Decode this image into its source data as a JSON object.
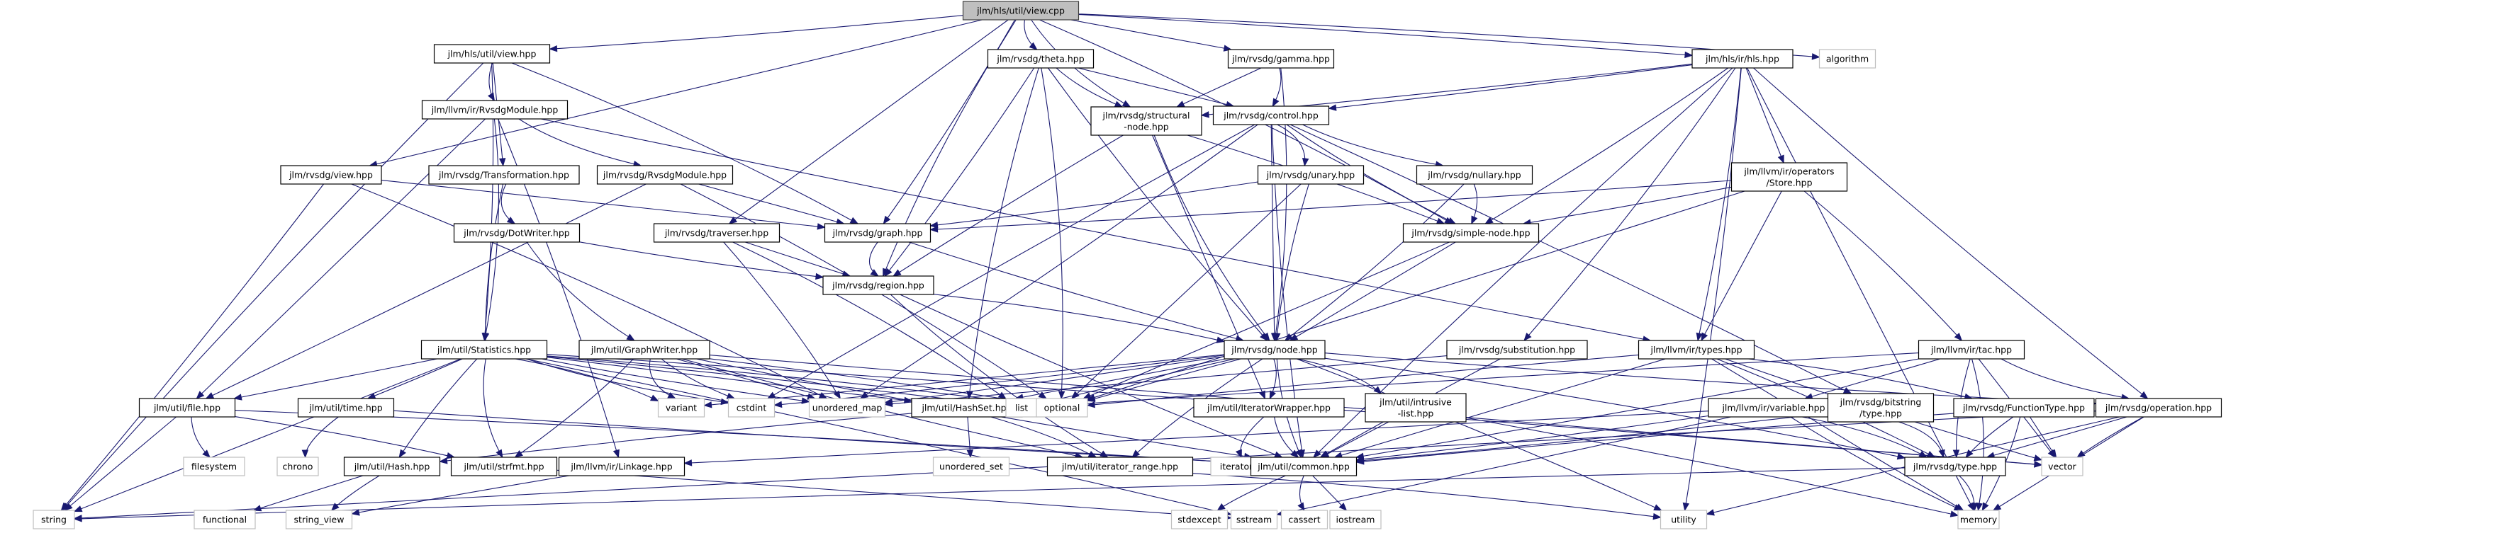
{
  "graph": {
    "title": "Include dependency graph for jlm/hls/util/view.cpp",
    "colors": {
      "edge": "#191970",
      "root_fill": "#bfbfbf",
      "node_border": "#000000",
      "external_border": "#bfbfbf"
    },
    "nodes": [
      {
        "id": "view_cpp",
        "label": "jlm/hls/util/view.cpp",
        "kind": "root"
      },
      {
        "id": "hls_view_hpp",
        "label": "jlm/hls/util/view.hpp",
        "kind": "file"
      },
      {
        "id": "theta",
        "label": "jlm/rvsdg/theta.hpp",
        "kind": "file"
      },
      {
        "id": "gamma",
        "label": "jlm/rvsdg/gamma.hpp",
        "kind": "file"
      },
      {
        "id": "hls_hpp",
        "label": "jlm/hls/ir/hls.hpp",
        "kind": "file"
      },
      {
        "id": "algorithm",
        "label": "algorithm",
        "kind": "ext"
      },
      {
        "id": "llvm_rvsdgmodule",
        "label": "jlm/llvm/ir/RvsdgModule.hpp",
        "kind": "file"
      },
      {
        "id": "structural",
        "label": "jlm/rvsdg/structural\n-node.hpp",
        "kind": "file"
      },
      {
        "id": "control",
        "label": "jlm/rvsdg/control.hpp",
        "kind": "file"
      },
      {
        "id": "rvsdg_view",
        "label": "jlm/rvsdg/view.hpp",
        "kind": "file"
      },
      {
        "id": "transformation",
        "label": "jlm/rvsdg/Transformation.hpp",
        "kind": "file"
      },
      {
        "id": "rvsdg_rvsdgmodule",
        "label": "jlm/rvsdg/RvsdgModule.hpp",
        "kind": "file"
      },
      {
        "id": "unary",
        "label": "jlm/rvsdg/unary.hpp",
        "kind": "file"
      },
      {
        "id": "nullary",
        "label": "jlm/rvsdg/nullary.hpp",
        "kind": "file"
      },
      {
        "id": "store",
        "label": "jlm/llvm/ir/operators\n/Store.hpp",
        "kind": "file"
      },
      {
        "id": "dotwriter",
        "label": "jlm/rvsdg/DotWriter.hpp",
        "kind": "file"
      },
      {
        "id": "traverser",
        "label": "jlm/rvsdg/traverser.hpp",
        "kind": "file"
      },
      {
        "id": "graph_hpp",
        "label": "jlm/rvsdg/graph.hpp",
        "kind": "file"
      },
      {
        "id": "simple_node",
        "label": "jlm/rvsdg/simple-node.hpp",
        "kind": "file"
      },
      {
        "id": "region",
        "label": "jlm/rvsdg/region.hpp",
        "kind": "file"
      },
      {
        "id": "statistics",
        "label": "jlm/util/Statistics.hpp",
        "kind": "file"
      },
      {
        "id": "graphwriter",
        "label": "jlm/util/GraphWriter.hpp",
        "kind": "file"
      },
      {
        "id": "node_hpp",
        "label": "jlm/rvsdg/node.hpp",
        "kind": "file"
      },
      {
        "id": "substitution",
        "label": "jlm/rvsdg/substitution.hpp",
        "kind": "file"
      },
      {
        "id": "types",
        "label": "jlm/llvm/ir/types.hpp",
        "kind": "file"
      },
      {
        "id": "tac",
        "label": "jlm/llvm/ir/tac.hpp",
        "kind": "file"
      },
      {
        "id": "file_hpp",
        "label": "jlm/util/file.hpp",
        "kind": "file"
      },
      {
        "id": "time_hpp",
        "label": "jlm/util/time.hpp",
        "kind": "file"
      },
      {
        "id": "variant",
        "label": "variant",
        "kind": "ext"
      },
      {
        "id": "cstdint",
        "label": "cstdint",
        "kind": "ext"
      },
      {
        "id": "unordered_map",
        "label": "unordered_map",
        "kind": "ext"
      },
      {
        "id": "hashset",
        "label": "jlm/util/HashSet.hpp",
        "kind": "file"
      },
      {
        "id": "list",
        "label": "list",
        "kind": "ext"
      },
      {
        "id": "optional",
        "label": "optional",
        "kind": "ext"
      },
      {
        "id": "iteratorwrapper",
        "label": "jlm/util/IteratorWrapper.hpp",
        "kind": "file"
      },
      {
        "id": "intrusive",
        "label": "jlm/util/intrusive\n-list.hpp",
        "kind": "file"
      },
      {
        "id": "variable",
        "label": "jlm/llvm/ir/variable.hpp",
        "kind": "file"
      },
      {
        "id": "bitstring",
        "label": "jlm/rvsdg/bitstring\n/type.hpp",
        "kind": "file"
      },
      {
        "id": "functiontype",
        "label": "jlm/rvsdg/FunctionType.hpp",
        "kind": "file"
      },
      {
        "id": "operation",
        "label": "jlm/rvsdg/operation.hpp",
        "kind": "file"
      },
      {
        "id": "filesystem",
        "label": "filesystem",
        "kind": "ext"
      },
      {
        "id": "chrono",
        "label": "chrono",
        "kind": "ext"
      },
      {
        "id": "hash_hpp",
        "label": "jlm/util/Hash.hpp",
        "kind": "file"
      },
      {
        "id": "strfmt",
        "label": "jlm/util/strfmt.hpp",
        "kind": "file"
      },
      {
        "id": "linkage",
        "label": "jlm/llvm/ir/Linkage.hpp",
        "kind": "file"
      },
      {
        "id": "unordered_set",
        "label": "unordered_set",
        "kind": "ext"
      },
      {
        "id": "iterator_range",
        "label": "jlm/util/iterator_range.hpp",
        "kind": "file"
      },
      {
        "id": "iterator",
        "label": "iterator",
        "kind": "ext"
      },
      {
        "id": "common",
        "label": "jlm/util/common.hpp",
        "kind": "file"
      },
      {
        "id": "rvsdg_type",
        "label": "jlm/rvsdg/type.hpp",
        "kind": "file"
      },
      {
        "id": "vector",
        "label": "vector",
        "kind": "ext"
      },
      {
        "id": "string",
        "label": "string",
        "kind": "ext"
      },
      {
        "id": "functional",
        "label": "functional",
        "kind": "ext"
      },
      {
        "id": "string_view",
        "label": "string_view",
        "kind": "ext"
      },
      {
        "id": "stdexcept",
        "label": "stdexcept",
        "kind": "ext"
      },
      {
        "id": "sstream",
        "label": "sstream",
        "kind": "ext"
      },
      {
        "id": "cassert",
        "label": "cassert",
        "kind": "ext"
      },
      {
        "id": "iostream",
        "label": "iostream",
        "kind": "ext"
      },
      {
        "id": "utility",
        "label": "utility",
        "kind": "ext"
      },
      {
        "id": "memory",
        "label": "memory",
        "kind": "ext"
      }
    ],
    "edges": [
      [
        "view_cpp",
        "hls_view_hpp"
      ],
      [
        "view_cpp",
        "theta"
      ],
      [
        "view_cpp",
        "gamma"
      ],
      [
        "view_cpp",
        "hls_hpp"
      ],
      [
        "view_cpp",
        "algorithm"
      ],
      [
        "view_cpp",
        "structural"
      ],
      [
        "view_cpp",
        "rvsdg_view"
      ],
      [
        "view_cpp",
        "traverser"
      ],
      [
        "view_cpp",
        "graph_hpp"
      ],
      [
        "view_cpp",
        "simple_node"
      ],
      [
        "view_cpp",
        "region"
      ],
      [
        "hls_view_hpp",
        "llvm_rvsdgmodule"
      ],
      [
        "hls_view_hpp",
        "transformation"
      ],
      [
        "hls_view_hpp",
        "statistics"
      ],
      [
        "hls_view_hpp",
        "graph_hpp"
      ],
      [
        "hls_view_hpp",
        "string"
      ],
      [
        "theta",
        "structural"
      ],
      [
        "theta",
        "control"
      ],
      [
        "theta",
        "region"
      ],
      [
        "theta",
        "optional"
      ],
      [
        "theta",
        "hashset"
      ],
      [
        "theta",
        "node_hpp"
      ],
      [
        "gamma",
        "structural"
      ],
      [
        "gamma",
        "control"
      ],
      [
        "gamma",
        "node_hpp"
      ],
      [
        "hls_hpp",
        "structural"
      ],
      [
        "hls_hpp",
        "control"
      ],
      [
        "hls_hpp",
        "store"
      ],
      [
        "hls_hpp",
        "types"
      ],
      [
        "hls_hpp",
        "substitution"
      ],
      [
        "hls_hpp",
        "common"
      ],
      [
        "hls_hpp",
        "operation"
      ],
      [
        "hls_hpp",
        "memory"
      ],
      [
        "hls_hpp",
        "utility"
      ],
      [
        "hls_hpp",
        "simple_node"
      ],
      [
        "llvm_rvsdgmodule",
        "rvsdg_rvsdgmodule"
      ],
      [
        "llvm_rvsdgmodule",
        "types"
      ],
      [
        "llvm_rvsdgmodule",
        "file_hpp"
      ],
      [
        "llvm_rvsdgmodule",
        "linkage"
      ],
      [
        "llvm_rvsdgmodule",
        "statistics"
      ],
      [
        "structural",
        "node_hpp"
      ],
      [
        "structural",
        "region"
      ],
      [
        "structural",
        "iteratorwrapper"
      ],
      [
        "structural",
        "simple_node"
      ],
      [
        "control",
        "unary"
      ],
      [
        "control",
        "nullary"
      ],
      [
        "control",
        "simple_node"
      ],
      [
        "control",
        "node_hpp"
      ],
      [
        "control",
        "bitstring"
      ],
      [
        "control",
        "unordered_map"
      ],
      [
        "control",
        "cstdint"
      ],
      [
        "control",
        "common"
      ],
      [
        "rvsdg_view",
        "graph_hpp"
      ],
      [
        "rvsdg_view",
        "string"
      ],
      [
        "rvsdg_view",
        "unordered_map"
      ],
      [
        "transformation",
        "dotwriter"
      ],
      [
        "transformation",
        "statistics"
      ],
      [
        "rvsdg_rvsdgmodule",
        "graph_hpp"
      ],
      [
        "rvsdg_rvsdgmodule",
        "file_hpp"
      ],
      [
        "rvsdg_rvsdgmodule",
        "optional"
      ],
      [
        "unary",
        "graph_hpp"
      ],
      [
        "unary",
        "node_hpp"
      ],
      [
        "unary",
        "optional"
      ],
      [
        "nullary",
        "simple_node"
      ],
      [
        "nullary",
        "node_hpp"
      ],
      [
        "store",
        "graph_hpp"
      ],
      [
        "store",
        "simple_node"
      ],
      [
        "store",
        "types"
      ],
      [
        "store",
        "tac"
      ],
      [
        "store",
        "optional"
      ],
      [
        "dotwriter",
        "graphwriter"
      ],
      [
        "dotwriter",
        "region"
      ],
      [
        "traverser",
        "region"
      ],
      [
        "traverser",
        "unordered_map"
      ],
      [
        "traverser",
        "list"
      ],
      [
        "graph_hpp",
        "region"
      ],
      [
        "graph_hpp",
        "node_hpp"
      ],
      [
        "simple_node",
        "node_hpp"
      ],
      [
        "simple_node",
        "optional"
      ],
      [
        "region",
        "node_hpp"
      ],
      [
        "region",
        "iterator_range"
      ],
      [
        "region",
        "common"
      ],
      [
        "statistics",
        "file_hpp"
      ],
      [
        "statistics",
        "time_hpp"
      ],
      [
        "statistics",
        "variant"
      ],
      [
        "statistics",
        "cstdint"
      ],
      [
        "statistics",
        "unordered_map"
      ],
      [
        "statistics",
        "hashset"
      ],
      [
        "statistics",
        "list"
      ],
      [
        "statistics",
        "optional"
      ],
      [
        "statistics",
        "strfmt"
      ],
      [
        "statistics",
        "hash_hpp"
      ],
      [
        "statistics",
        "string"
      ],
      [
        "statistics",
        "sstream"
      ],
      [
        "statistics",
        "vector"
      ],
      [
        "graphwriter",
        "variant"
      ],
      [
        "graphwriter",
        "cstdint"
      ],
      [
        "graphwriter",
        "unordered_map"
      ],
      [
        "graphwriter",
        "optional"
      ],
      [
        "graphwriter",
        "strfmt"
      ],
      [
        "graphwriter",
        "common"
      ],
      [
        "graphwriter",
        "iterator_range"
      ],
      [
        "graphwriter",
        "vector"
      ],
      [
        "node_hpp",
        "iteratorwrapper"
      ],
      [
        "node_hpp",
        "intrusive"
      ],
      [
        "node_hpp",
        "iterator_range"
      ],
      [
        "node_hpp",
        "common"
      ],
      [
        "node_hpp",
        "hashset"
      ],
      [
        "node_hpp",
        "list"
      ],
      [
        "node_hpp",
        "optional"
      ],
      [
        "node_hpp",
        "cstdint"
      ],
      [
        "node_hpp",
        "unordered_map"
      ],
      [
        "node_hpp",
        "variant"
      ],
      [
        "node_hpp",
        "utility"
      ],
      [
        "node_hpp",
        "rvsdg_type"
      ],
      [
        "node_hpp",
        "operation"
      ],
      [
        "substitution",
        "common"
      ],
      [
        "substitution",
        "unordered_map"
      ],
      [
        "types",
        "rvsdg_type"
      ],
      [
        "types",
        "functiontype"
      ],
      [
        "types",
        "common"
      ],
      [
        "types",
        "vector"
      ],
      [
        "types",
        "memory"
      ],
      [
        "types",
        "optional"
      ],
      [
        "tac",
        "variable"
      ],
      [
        "tac",
        "operation"
      ],
      [
        "tac",
        "rvsdg_type"
      ],
      [
        "tac",
        "vector"
      ],
      [
        "tac",
        "list"
      ],
      [
        "tac",
        "memory"
      ],
      [
        "tac",
        "common"
      ],
      [
        "file_hpp",
        "filesystem"
      ],
      [
        "file_hpp",
        "string"
      ],
      [
        "file_hpp",
        "strfmt"
      ],
      [
        "file_hpp",
        "common"
      ],
      [
        "time_hpp",
        "chrono"
      ],
      [
        "time_hpp",
        "common"
      ],
      [
        "hashset",
        "unordered_set"
      ],
      [
        "hashset",
        "iterator_range"
      ],
      [
        "hashset",
        "hash_hpp"
      ],
      [
        "iteratorwrapper",
        "iterator"
      ],
      [
        "iteratorwrapper",
        "common"
      ],
      [
        "intrusive",
        "common"
      ],
      [
        "intrusive",
        "memory"
      ],
      [
        "variable",
        "rvsdg_type"
      ],
      [
        "variable",
        "common"
      ],
      [
        "variable",
        "memory"
      ],
      [
        "variable",
        "sstream"
      ],
      [
        "variable",
        "linkage"
      ],
      [
        "bitstring",
        "rvsdg_type"
      ],
      [
        "bitstring",
        "common"
      ],
      [
        "functiontype",
        "rvsdg_type"
      ],
      [
        "functiontype",
        "vector"
      ],
      [
        "functiontype",
        "memory"
      ],
      [
        "functiontype",
        "common"
      ],
      [
        "operation",
        "rvsdg_type"
      ],
      [
        "operation",
        "vector"
      ],
      [
        "operation",
        "memory"
      ],
      [
        "operation",
        "string"
      ],
      [
        "operation",
        "utility"
      ],
      [
        "hash_hpp",
        "functional"
      ],
      [
        "hash_hpp",
        "string_view"
      ],
      [
        "strfmt",
        "sstream"
      ],
      [
        "linkage",
        "string_view"
      ],
      [
        "iterator_range",
        "utility"
      ],
      [
        "common",
        "stdexcept"
      ],
      [
        "common",
        "cassert"
      ],
      [
        "common",
        "iostream"
      ],
      [
        "rvsdg_type",
        "memory"
      ],
      [
        "rvsdg_type",
        "string"
      ]
    ]
  }
}
